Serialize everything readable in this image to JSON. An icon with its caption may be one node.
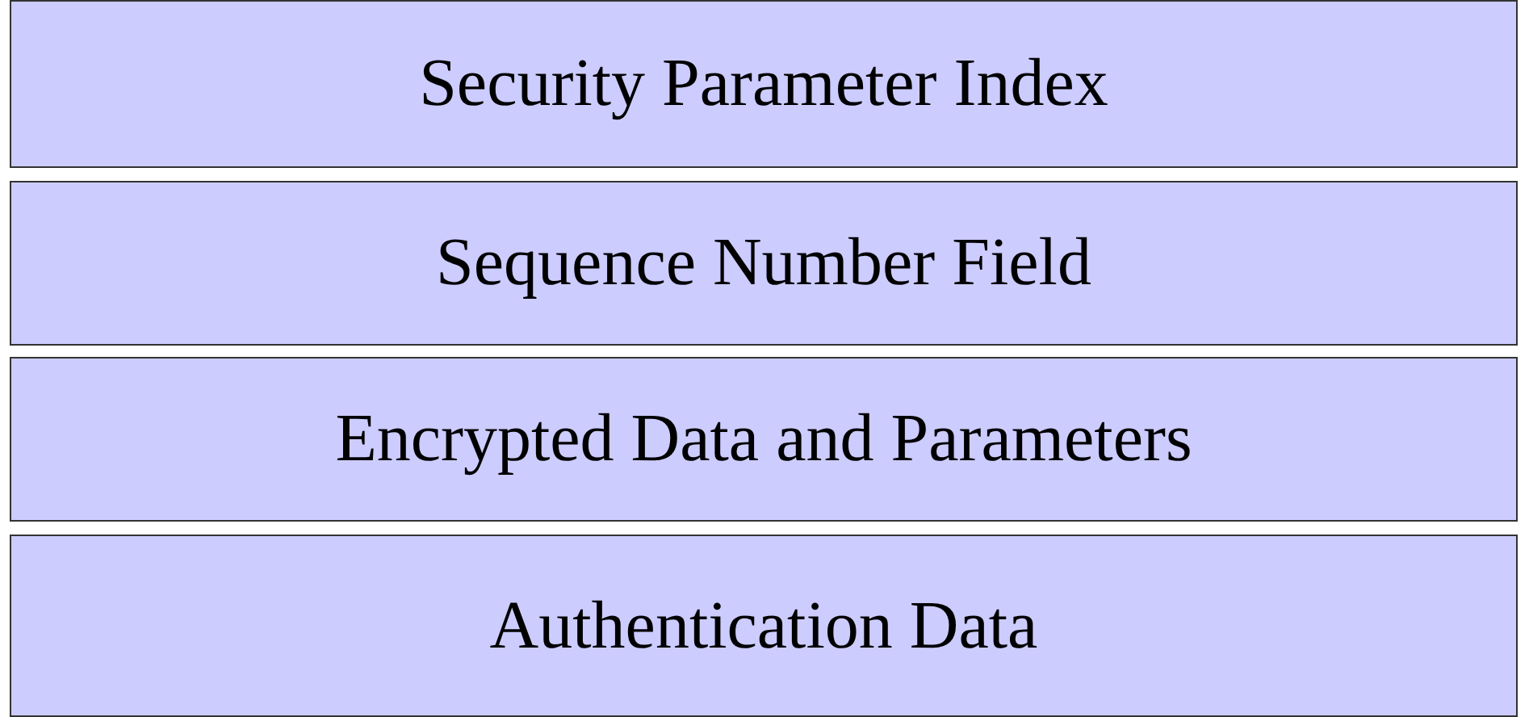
{
  "diagram": {
    "nodes": [
      {
        "text": [
          "Security Parameter Index"
        ]
      },
      {
        "text": [
          "Sequence Number Field"
        ]
      },
      {
        "text": [
          "Encrypted Data and Parameters"
        ]
      },
      {
        "text": [
          "Authentication Data"
        ]
      }
    ]
  }
}
